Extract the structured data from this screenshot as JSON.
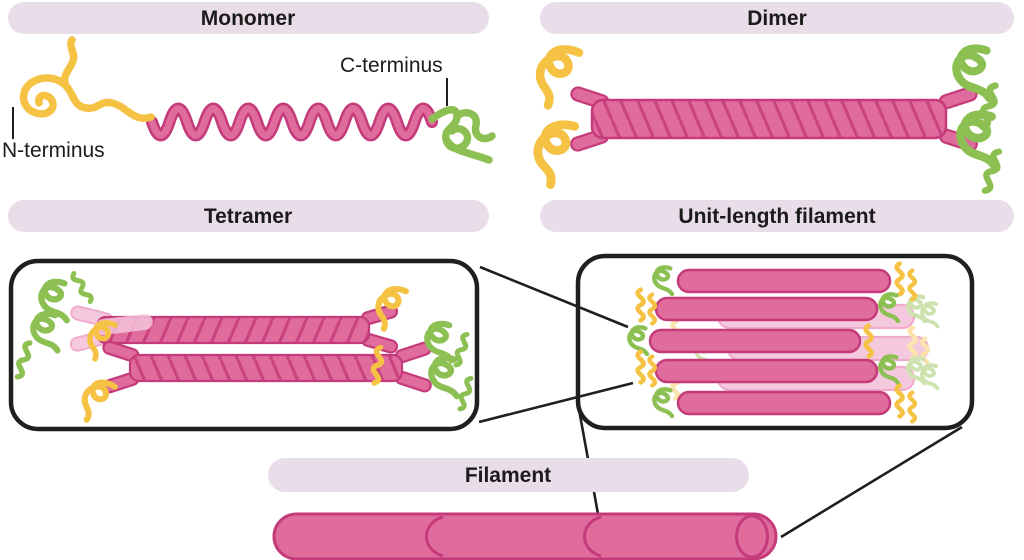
{
  "sections": {
    "monomer": {
      "label": "Monomer"
    },
    "dimer": {
      "label": "Dimer"
    },
    "tetramer": {
      "label": "Tetramer"
    },
    "unit_length_filament": {
      "label": "Unit-length filament"
    },
    "filament": {
      "label": "Filament"
    }
  },
  "annotations": {
    "n_terminus": "N-terminus",
    "c_terminus": "C-terminus"
  },
  "colors": {
    "pill_bg": "#E9DDEA",
    "text": "#1B1B1B",
    "line": "#1F1F1F",
    "pink": "#E06B9D",
    "pink_dark": "#C43A7B",
    "pink_ghost": "#F5C9DD",
    "pink_ghost_dark": "#EFACCD",
    "yellow": "#F6C244",
    "yellow_faded": "#FBE4AC",
    "green": "#8DC052",
    "green_faded": "#CDE2AE"
  }
}
